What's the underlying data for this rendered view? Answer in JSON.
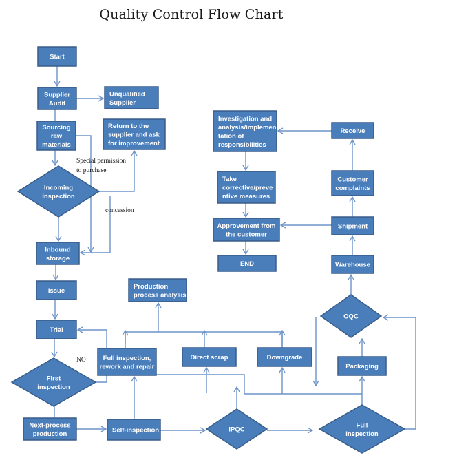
{
  "title": "Quality Control  Flow Chart",
  "colors": {
    "node_fill": "#4a7ebb",
    "node_border": "#385d8a",
    "edge": "#6d93c8",
    "node_text": "#ffffff"
  },
  "nodes": {
    "start": {
      "shape": "rect",
      "lines": [
        "Start"
      ]
    },
    "supplier_audit": {
      "shape": "rect",
      "lines": [
        "Supplier",
        "Audit"
      ]
    },
    "unqualified_supplier": {
      "shape": "rect",
      "lines": [
        "Unqualified",
        "Supplier"
      ]
    },
    "sourcing": {
      "shape": "rect",
      "lines": [
        "Sourcing",
        "raw",
        "materials"
      ]
    },
    "return_supplier": {
      "shape": "rect",
      "lines": [
        "Return to the",
        "supplier and ask",
        "for improvement"
      ]
    },
    "incoming_inspection": {
      "shape": "diamond",
      "lines": [
        "Incoming",
        "inspection"
      ]
    },
    "inbound_storage": {
      "shape": "rect",
      "lines": [
        "Inbound",
        "storage"
      ]
    },
    "issue": {
      "shape": "rect",
      "lines": [
        "Issue"
      ]
    },
    "trial": {
      "shape": "rect",
      "lines": [
        "Trial"
      ]
    },
    "first_inspection": {
      "shape": "diamond",
      "lines": [
        "First",
        "inspection"
      ]
    },
    "next_process": {
      "shape": "rect",
      "lines": [
        "Next-process",
        "production"
      ]
    },
    "self_inspection": {
      "shape": "rect",
      "lines": [
        "Self-inspection"
      ]
    },
    "full_inspection_rework": {
      "shape": "rect",
      "lines": [
        "Full inspection,",
        "rework and repair"
      ]
    },
    "production_analysis": {
      "shape": "rect",
      "lines": [
        "Production",
        "process analysis"
      ]
    },
    "direct_scrap": {
      "shape": "rect",
      "lines": [
        "Direct scrap"
      ]
    },
    "downgrade": {
      "shape": "rect",
      "lines": [
        "Downgrade"
      ]
    },
    "ipqc": {
      "shape": "diamond",
      "lines": [
        "IPQC"
      ]
    },
    "full_inspection": {
      "shape": "diamond",
      "lines": [
        "Full",
        "Inspection"
      ]
    },
    "packaging": {
      "shape": "rect",
      "lines": [
        "Packaging"
      ]
    },
    "oqc": {
      "shape": "diamond",
      "lines": [
        "OQC"
      ]
    },
    "warehouse": {
      "shape": "rect",
      "lines": [
        "Warehouse"
      ]
    },
    "shipment": {
      "shape": "rect",
      "lines": [
        "Shipment"
      ]
    },
    "customer_complaints": {
      "shape": "rect",
      "lines": [
        "Customer",
        "complaints"
      ]
    },
    "receive": {
      "shape": "rect",
      "lines": [
        "Receive"
      ]
    },
    "investigation": {
      "shape": "rect",
      "lines": [
        "Investigation and",
        "analysis/implemen",
        "tation of",
        "responsibilities"
      ]
    },
    "corrective": {
      "shape": "rect",
      "lines": [
        "Take",
        "corrective/preve",
        "ntive measures"
      ]
    },
    "approvement": {
      "shape": "rect",
      "lines": [
        "Approvement from",
        "the customer"
      ]
    },
    "end": {
      "shape": "rect",
      "lines": [
        "END"
      ]
    }
  },
  "edges": [
    {
      "from": "start",
      "to": "supplier_audit"
    },
    {
      "from": "supplier_audit",
      "to": "unqualified_supplier"
    },
    {
      "from": "supplier_audit",
      "to": "sourcing"
    },
    {
      "from": "sourcing",
      "to": "incoming_inspection"
    },
    {
      "from": "sourcing",
      "to": "inbound_storage",
      "label": "Special permission to purchase"
    },
    {
      "from": "incoming_inspection",
      "to": "return_supplier"
    },
    {
      "from": "incoming_inspection",
      "to": "inbound_storage",
      "label": "concession"
    },
    {
      "from": "incoming_inspection",
      "to": "inbound_storage"
    },
    {
      "from": "inbound_storage",
      "to": "issue"
    },
    {
      "from": "issue",
      "to": "trial"
    },
    {
      "from": "trial",
      "to": "first_inspection"
    },
    {
      "from": "first_inspection",
      "to": "trial",
      "label": "NO"
    },
    {
      "from": "first_inspection",
      "to": "next_process"
    },
    {
      "from": "next_process",
      "to": "self_inspection"
    },
    {
      "from": "self_inspection",
      "to": "full_inspection_rework"
    },
    {
      "from": "self_inspection",
      "to": "ipqc"
    },
    {
      "from": "ipqc",
      "to": "full_inspection"
    },
    {
      "from": "full_inspection",
      "to": "packaging"
    },
    {
      "from": "full_inspection",
      "to": "oqc"
    },
    {
      "from": "packaging",
      "to": "oqc"
    },
    {
      "from": "oqc",
      "to": "warehouse"
    },
    {
      "from": "warehouse",
      "to": "shipment"
    },
    {
      "from": "shipment",
      "to": "customer_complaints"
    },
    {
      "from": "shipment",
      "to": "approvement"
    },
    {
      "from": "customer_complaints",
      "to": "receive"
    },
    {
      "from": "receive",
      "to": "investigation"
    },
    {
      "from": "investigation",
      "to": "corrective"
    },
    {
      "from": "corrective",
      "to": "approvement"
    },
    {
      "from": "approvement",
      "to": "end"
    },
    {
      "from": "full_inspection_rework",
      "to": "production_analysis"
    },
    {
      "from": "direct_scrap",
      "to": "production_analysis"
    },
    {
      "from": "downgrade",
      "to": "production_analysis"
    }
  ],
  "annotations": {
    "special_permission_1": "Special permission",
    "special_permission_2": "to purchase",
    "concession": "concession",
    "no": "NO"
  }
}
